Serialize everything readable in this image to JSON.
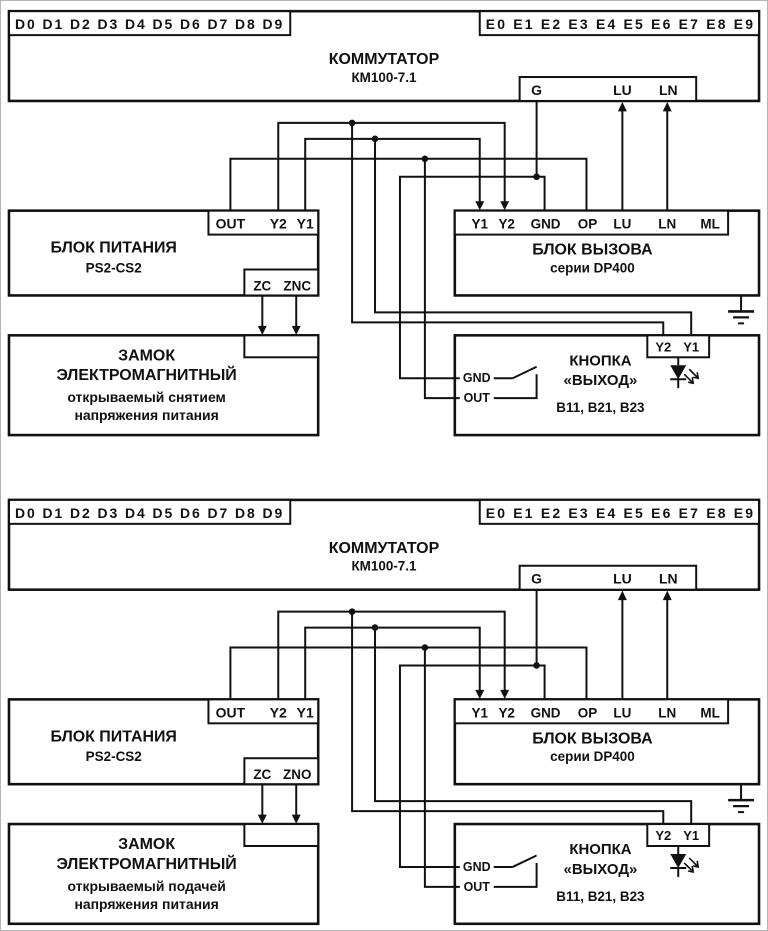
{
  "colors": {
    "line": "#111111",
    "background": "#ffffff"
  },
  "symbols": {
    "arrow": "signal-direction-arrow",
    "junction": "wire-junction-dot",
    "ground": "earth-ground-symbol",
    "switch": "push-button-contact",
    "led": "led-indicator"
  },
  "diagrams": [
    {
      "commutator": {
        "d_terminals": "D0 D1 D2 D3 D4 D5 D6 D7 D8 D9",
        "e_terminals": "E0 E1 E2 E3 E4 E5 E6 E7 E8 E9",
        "title": "КОММУТАТОР",
        "model": "КМ100-7.1",
        "bottom_terminals": [
          "G",
          "LU",
          "LN"
        ]
      },
      "power": {
        "title": "БЛОК ПИТАНИЯ",
        "model": "PS2-CS2",
        "top_terminals": [
          "OUT",
          "Y2",
          "Y1"
        ],
        "bottom_terminals": [
          "ZC",
          "ZNC"
        ]
      },
      "call_block": {
        "title": "БЛОК ВЫЗОВА",
        "model": "серии DP400",
        "terminals": [
          "Y1",
          "Y2",
          "GND",
          "OP",
          "LU",
          "LN",
          "ML"
        ]
      },
      "lock": {
        "lines": [
          "ЗАМОК",
          "ЭЛЕКТРОМАГНИТНЫЙ",
          "открываемый снятием",
          "напряжения питания"
        ]
      },
      "button": {
        "title": "КНОПКА",
        "title2": "«ВЫХОД»",
        "models": "В11, В21, В23",
        "inner_terminals": [
          "GND",
          "OUT"
        ],
        "led_terminals": [
          "Y2",
          "Y1"
        ]
      }
    },
    {
      "commutator": {
        "d_terminals": "D0 D1 D2 D3 D4 D5 D6 D7 D8 D9",
        "e_terminals": "E0 E1 E2 E3 E4 E5 E6 E7 E8 E9",
        "title": "КОММУТАТОР",
        "model": "КМ100-7.1",
        "bottom_terminals": [
          "G",
          "LU",
          "LN"
        ]
      },
      "power": {
        "title": "БЛОК ПИТАНИЯ",
        "model": "PS2-CS2",
        "top_terminals": [
          "OUT",
          "Y2",
          "Y1"
        ],
        "bottom_terminals": [
          "ZC",
          "ZNO"
        ]
      },
      "call_block": {
        "title": "БЛОК ВЫЗОВА",
        "model": "серии DP400",
        "terminals": [
          "Y1",
          "Y2",
          "GND",
          "OP",
          "LU",
          "LN",
          "ML"
        ]
      },
      "lock": {
        "lines": [
          "ЗАМОК",
          "ЭЛЕКТРОМАГНИТНЫЙ",
          "открываемый подачей",
          "напряжения питания"
        ]
      },
      "button": {
        "title": "КНОПКА",
        "title2": "«ВЫХОД»",
        "models": "В11, В21, В23",
        "inner_terminals": [
          "GND",
          "OUT"
        ],
        "led_terminals": [
          "Y2",
          "Y1"
        ]
      }
    }
  ]
}
